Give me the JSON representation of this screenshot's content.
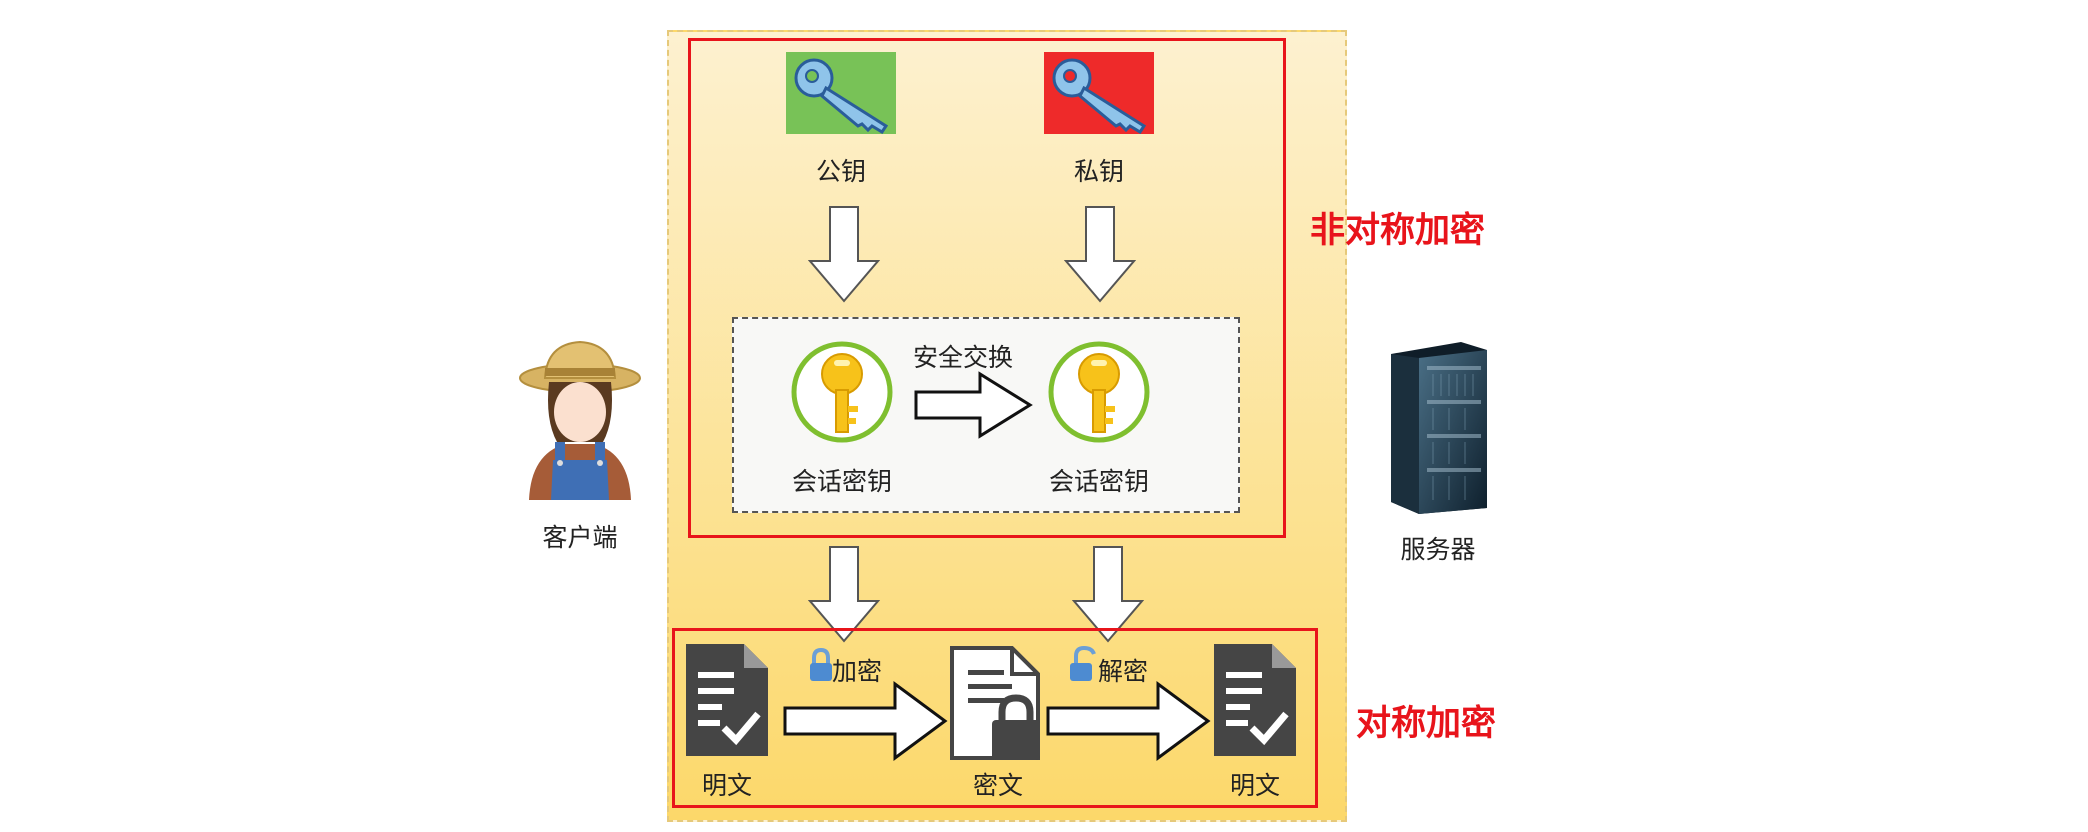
{
  "client": {
    "label": "客户端",
    "icon": "farmer-client-icon"
  },
  "server": {
    "label": "服务器",
    "icon": "server-rack-icon"
  },
  "asymmetric": {
    "title": "非对称加密",
    "public_key": {
      "label": "公钥",
      "icon": "blue-key-icon",
      "bg_color": "#78c257"
    },
    "private_key": {
      "label": "私钥",
      "icon": "blue-key-icon",
      "bg_color": "#ee2a2a"
    },
    "session_exchange": {
      "label": "安全交换",
      "left_key": "会话密钥",
      "right_key": "会话密钥",
      "key_icon": "gold-key-icon"
    }
  },
  "symmetric": {
    "title": "对称加密",
    "plaintext_left": "明文",
    "ciphertext": "密文",
    "plaintext_right": "明文",
    "encrypt_label": "加密",
    "decrypt_label": "解密",
    "doc_icon": "document-check-icon",
    "cipher_icon": "document-lock-icon"
  },
  "colors": {
    "panel_top": "#fdf0cc",
    "panel_bottom": "#fcd86a",
    "highlight_box": "#e8141b",
    "dark_doc": "#444444"
  }
}
